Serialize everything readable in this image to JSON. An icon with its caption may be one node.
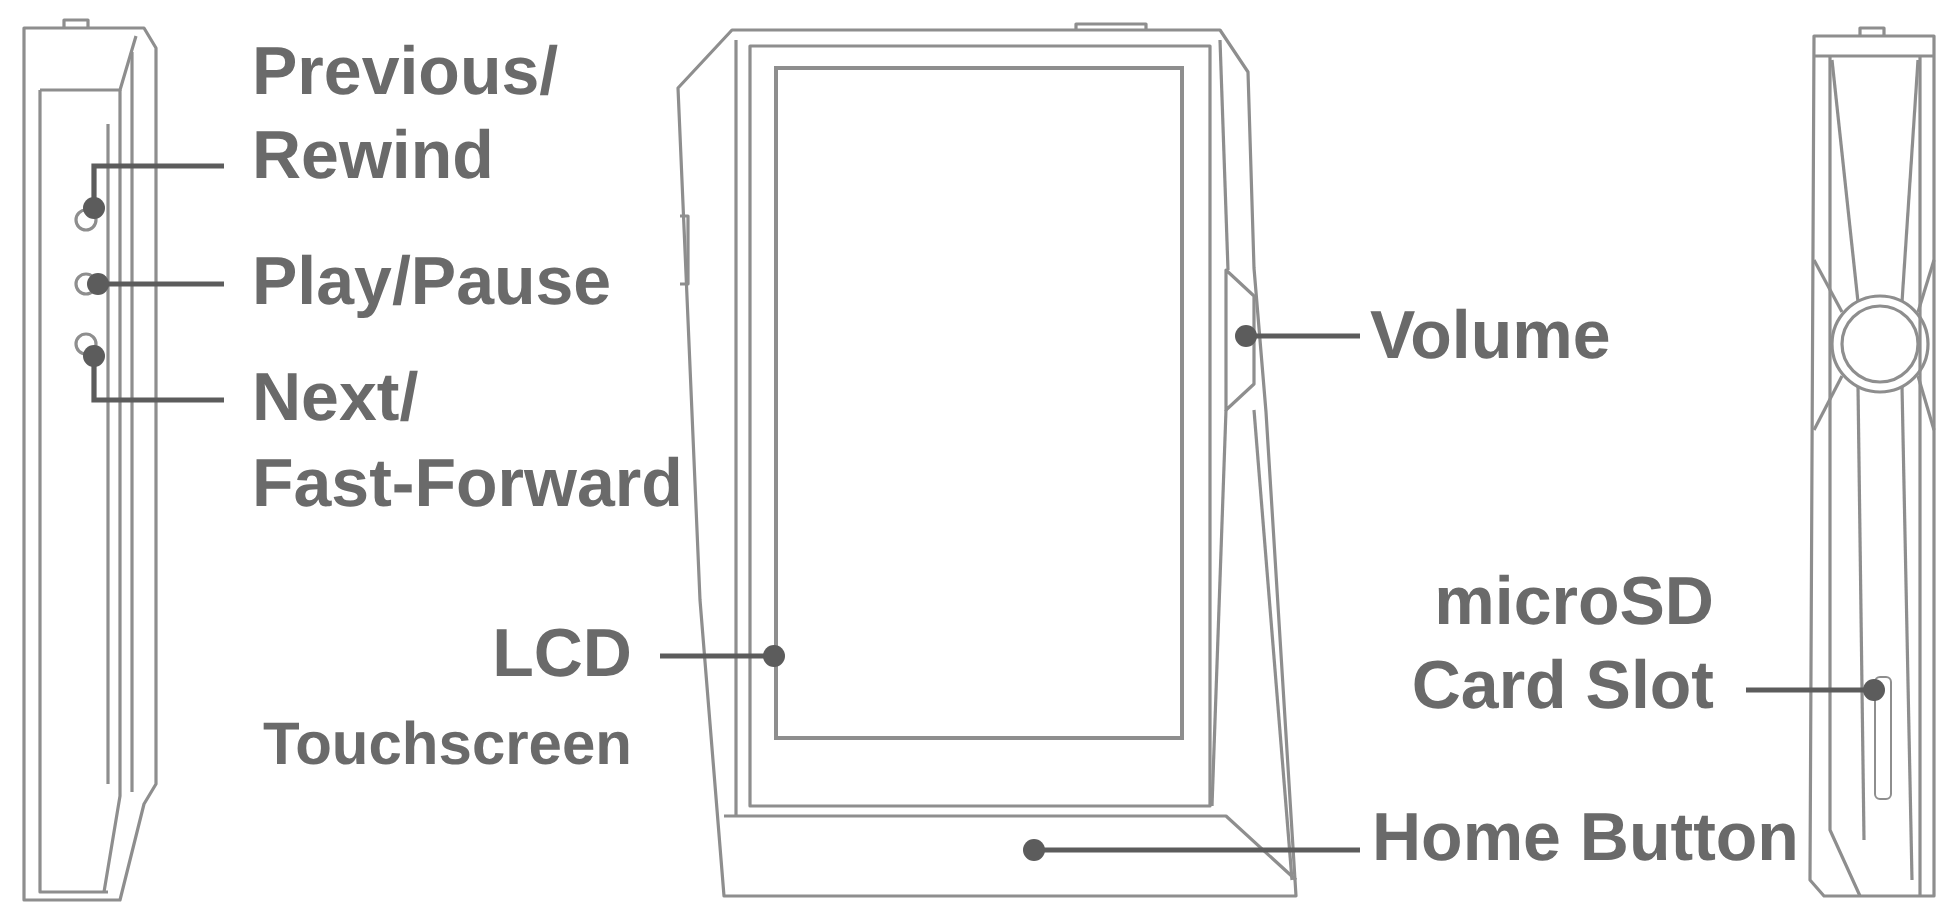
{
  "diagram": {
    "nodes": [
      {
        "text": [
          "Previous/ Rewind"
        ]
      },
      {
        "text": [
          "Play/Pause"
        ]
      },
      {
        "text": [
          "Next/ Fast-Forward"
        ]
      },
      {
        "text": [
          "Volume"
        ]
      },
      {
        "text": [
          "LCD",
          "Touchscreen"
        ]
      },
      {
        "text": [
          "microSD Card Slot"
        ]
      },
      {
        "text": [
          "Home Button"
        ]
      },
      {
        "text": [],
        "shape": "circle"
      },
      {
        "text": [],
        "shape": "circle"
      },
      {
        "text": [],
        "shape": "circle"
      },
      {
        "text": [],
        "shape": "box"
      },
      {
        "text": [],
        "shape": "bar"
      }
    ],
    "edges": [
      {
        "from": 0,
        "to": 7,
        "arrow": "other"
      },
      {
        "from": 1,
        "to": 8,
        "arrow": "other"
      },
      {
        "from": 2,
        "to": 9,
        "arrow": "other"
      },
      {
        "from": 3,
        "to": null,
        "arrow": "other"
      },
      {
        "from": 4,
        "to": 10,
        "arrow": "other"
      },
      {
        "from": 5,
        "to": 11,
        "arrow": "other"
      },
      {
        "from": 6,
        "to": null,
        "arrow": "other"
      }
    ]
  }
}
